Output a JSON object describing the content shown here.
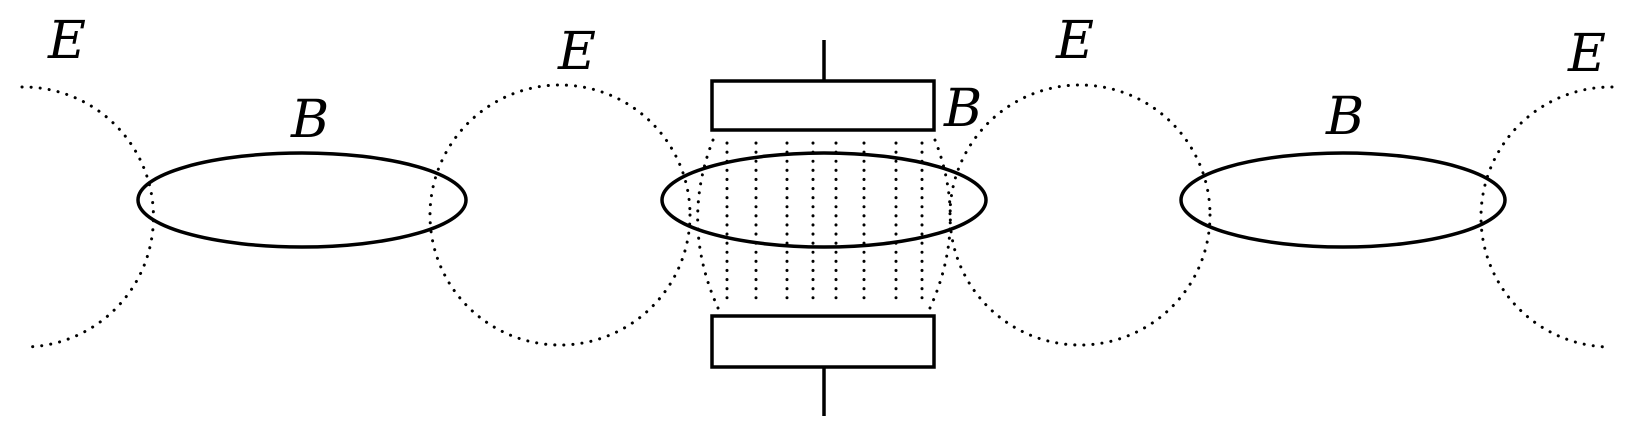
{
  "diagram": {
    "type": "electromagnetic-wave-capacitor",
    "description": "Alternating electric (E, dotted) and magnetic (B, solid ellipse) field loops chained around a parallel-plate capacitor",
    "labels": {
      "e1": "E",
      "e2": "E",
      "e3": "E",
      "e4": "E",
      "b1": "B",
      "b2": "B",
      "b3": "B"
    },
    "elements": [
      {
        "id": "e-arc-left",
        "kind": "electric-field-line",
        "style": "dotted"
      },
      {
        "id": "b-loop-left",
        "kind": "magnetic-field-loop",
        "style": "solid"
      },
      {
        "id": "e-loop-mid-left",
        "kind": "electric-field-loop",
        "style": "dotted"
      },
      {
        "id": "capacitor",
        "kind": "parallel-plate-capacitor",
        "parts": [
          "top-plate",
          "bottom-plate",
          "top-lead",
          "bottom-lead"
        ]
      },
      {
        "id": "capacitor-field",
        "kind": "electric-field-between-plates",
        "style": "dotted-vertical-lines",
        "count": 9
      },
      {
        "id": "b-loop-center",
        "kind": "magnetic-field-loop",
        "style": "solid"
      },
      {
        "id": "e-loop-mid-right",
        "kind": "electric-field-loop",
        "style": "dotted"
      },
      {
        "id": "b-loop-right",
        "kind": "magnetic-field-loop",
        "style": "solid"
      },
      {
        "id": "e-arc-right",
        "kind": "electric-field-line",
        "style": "dotted"
      }
    ],
    "colors": {
      "line": "#000000",
      "background": "#ffffff"
    }
  }
}
